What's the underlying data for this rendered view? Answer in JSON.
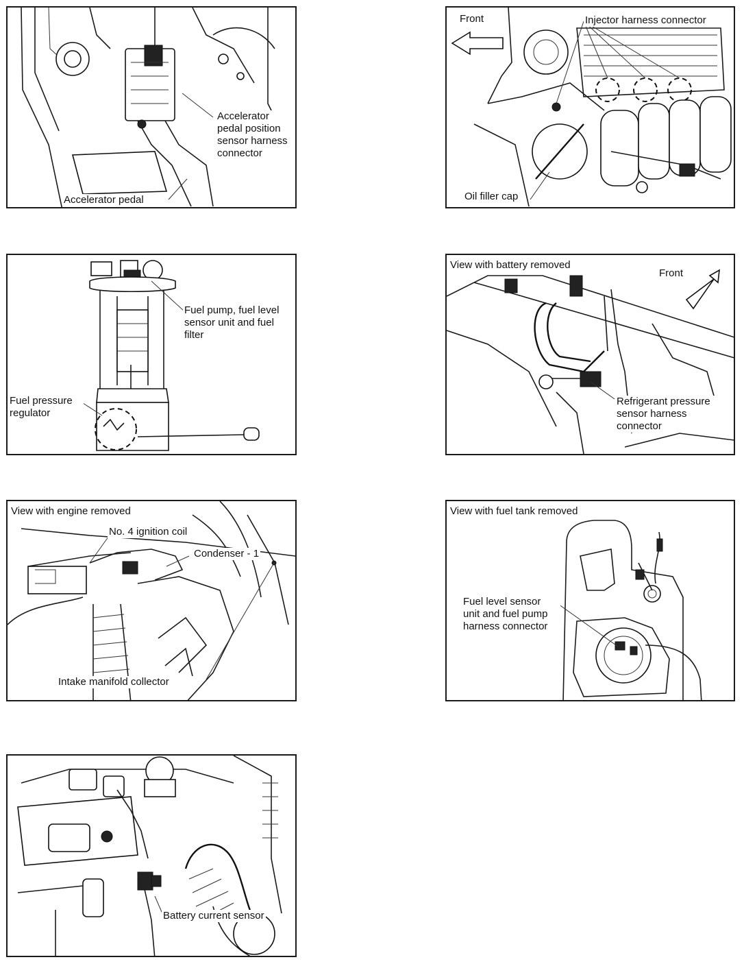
{
  "panels": {
    "accelerator": {
      "labels": {
        "sensor": "Accelerator pedal position sensor harness connector",
        "pedal": "Accelerator pedal"
      }
    },
    "injector": {
      "labels": {
        "front": "Front",
        "injector": "Injector harness connector",
        "oil_cap": "Oil filler cap"
      }
    },
    "fuel_pump": {
      "labels": {
        "pump": "Fuel pump, fuel level sensor unit and fuel filter",
        "regulator": "Fuel pressure regulator"
      }
    },
    "refrigerant": {
      "labels": {
        "view": "View with battery removed",
        "front": "Front",
        "sensor": "Refrigerant pressure sensor harness connector"
      }
    },
    "ignition": {
      "labels": {
        "view": "View with engine removed",
        "coil": "No. 4 ignition coil",
        "condenser": "Condenser - 1",
        "collector": "Intake manifold collector"
      }
    },
    "fuel_tank": {
      "labels": {
        "view": "View with fuel tank removed",
        "sensor": "Fuel level sensor unit and fuel pump harness connector"
      }
    },
    "battery": {
      "labels": {
        "sensor": "Battery current sensor"
      }
    }
  },
  "icons": [
    "front-arrow-icon"
  ]
}
